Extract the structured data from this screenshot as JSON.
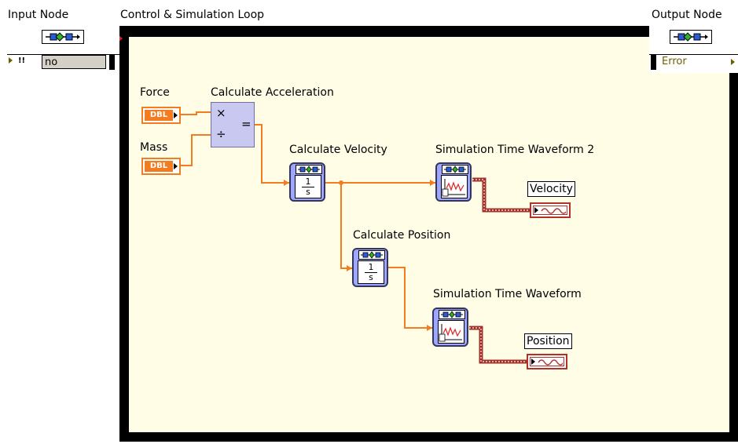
{
  "labels": {
    "input_node": "Input Node",
    "loop": "Control & Simulation Loop",
    "output_node": "Output Node"
  },
  "input_node": {
    "terminal_glyph": "▸!!",
    "value": "no"
  },
  "output_node": {
    "value": "Error"
  },
  "terminals": {
    "force": {
      "label": "Force",
      "type": "DBL"
    },
    "mass": {
      "label": "Mass",
      "type": "DBL"
    }
  },
  "blocks": {
    "acceleration": {
      "label": "Calculate Acceleration",
      "times": "×",
      "divide": "÷",
      "equals": "="
    },
    "velocity": {
      "label": "Calculate Velocity",
      "numerator": "1",
      "denominator": "s"
    },
    "position": {
      "label": "Calculate Position",
      "numerator": "1",
      "denominator": "s"
    },
    "waveform2": {
      "label": "Simulation Time Waveform 2"
    },
    "waveform": {
      "label": "Simulation Time Waveform"
    }
  },
  "indicators": {
    "velocity": {
      "label": "Velocity"
    },
    "position": {
      "label": "Position"
    }
  },
  "colors": {
    "orange_wire": "#f47c20",
    "waveform_wire": "#a0302a",
    "loop_frame": "#000000",
    "loop_bg": "#fffde6"
  }
}
